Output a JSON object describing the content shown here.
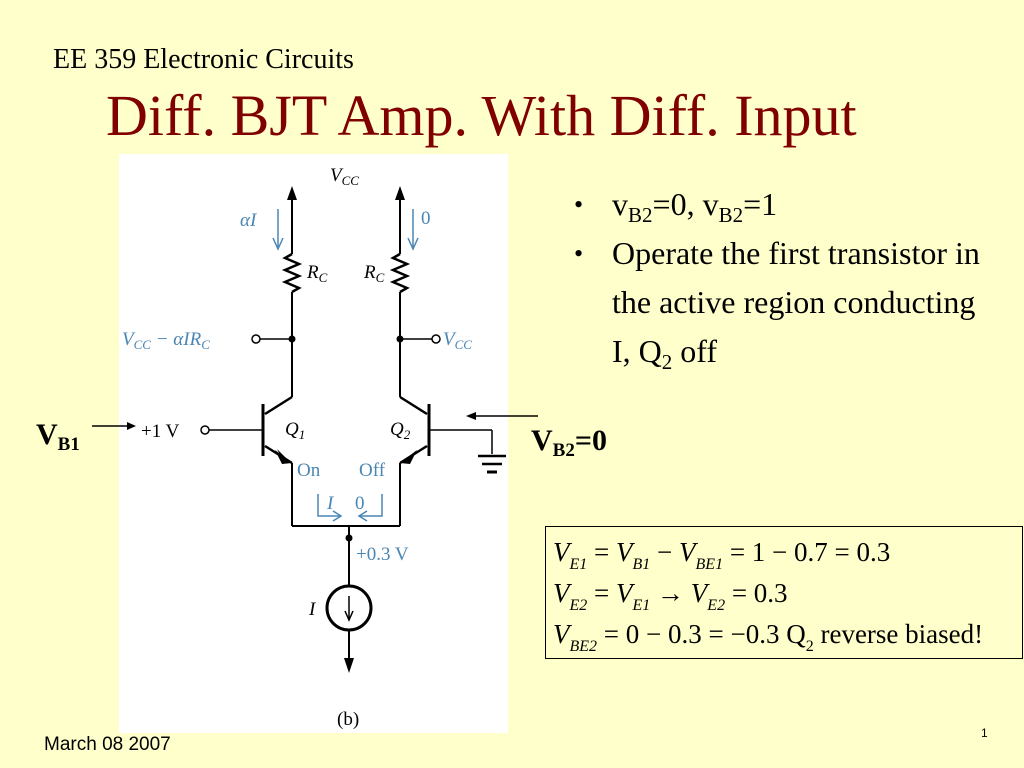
{
  "header": {
    "course": "EE 359 Electronic Circuits",
    "title": "Diff. BJT Amp. With Diff. Input"
  },
  "labels": {
    "vb1_main": "V",
    "vb1_sub": "B1",
    "vb2_main": "V",
    "vb2_sub": "B2",
    "vb2_value": "=0"
  },
  "figure": {
    "vcc_top": "V",
    "vcc_top_sub": "CC",
    "alpha_i": "αI",
    "zero_current": "0",
    "rc_left": "R",
    "rc_left_sub": "C",
    "rc_right": "R",
    "rc_right_sub": "C",
    "left_out_node": "V",
    "left_out_node_sub1": "CC",
    "left_out_node_mid": " − αIR",
    "left_out_node_sub2": "C",
    "right_out_node": "V",
    "right_out_node_sub": "CC",
    "base1_voltage": "+1 V",
    "q1": "Q",
    "q1_sub": "1",
    "q2": "Q",
    "q2_sub": "2",
    "on_label": "On",
    "off_label": "Off",
    "i_label": "I",
    "zero_label": "0",
    "emitter_voltage": "+0.3 V",
    "source_label": "I",
    "caption": "(b)",
    "colors": {
      "annotation_blue": "#4a86b4",
      "wire": "#000000"
    }
  },
  "bullets": [
    {
      "parts": [
        "v",
        "B2",
        "=0, v",
        "B2",
        "=1"
      ]
    },
    {
      "text_before": "Operate the first transistor  in the active region conducting I, Q",
      "sub": "2",
      "text_after": " off"
    }
  ],
  "equations": [
    {
      "text": "V_E1 = V_B1 − V_BE1 = 1 − 0.7 = 0.3"
    },
    {
      "text": "V_E2 = V_E1 → V_E2 = 0.3"
    },
    {
      "text": "V_BE2 = 0 − 0.3 = −0.3  Q2 reverse  biased!"
    }
  ],
  "eq_parts": {
    "l1": [
      "V",
      "E1",
      " = ",
      "V",
      "B1",
      " − ",
      "V",
      "BE1",
      " = 1 − 0.7 = 0.3"
    ],
    "l2": [
      "V",
      "E2",
      " = ",
      "V",
      "E1",
      " → ",
      "V",
      "E2",
      " = 0.3"
    ],
    "l3": [
      "V",
      "BE2",
      " = 0 − 0.3 = −0.3   Q",
      "2",
      " reverse  biased!"
    ]
  },
  "footer": {
    "date": "March 08 2007",
    "page": "1"
  },
  "theme": {
    "background": "#ffffcc",
    "title_color": "#800000"
  }
}
